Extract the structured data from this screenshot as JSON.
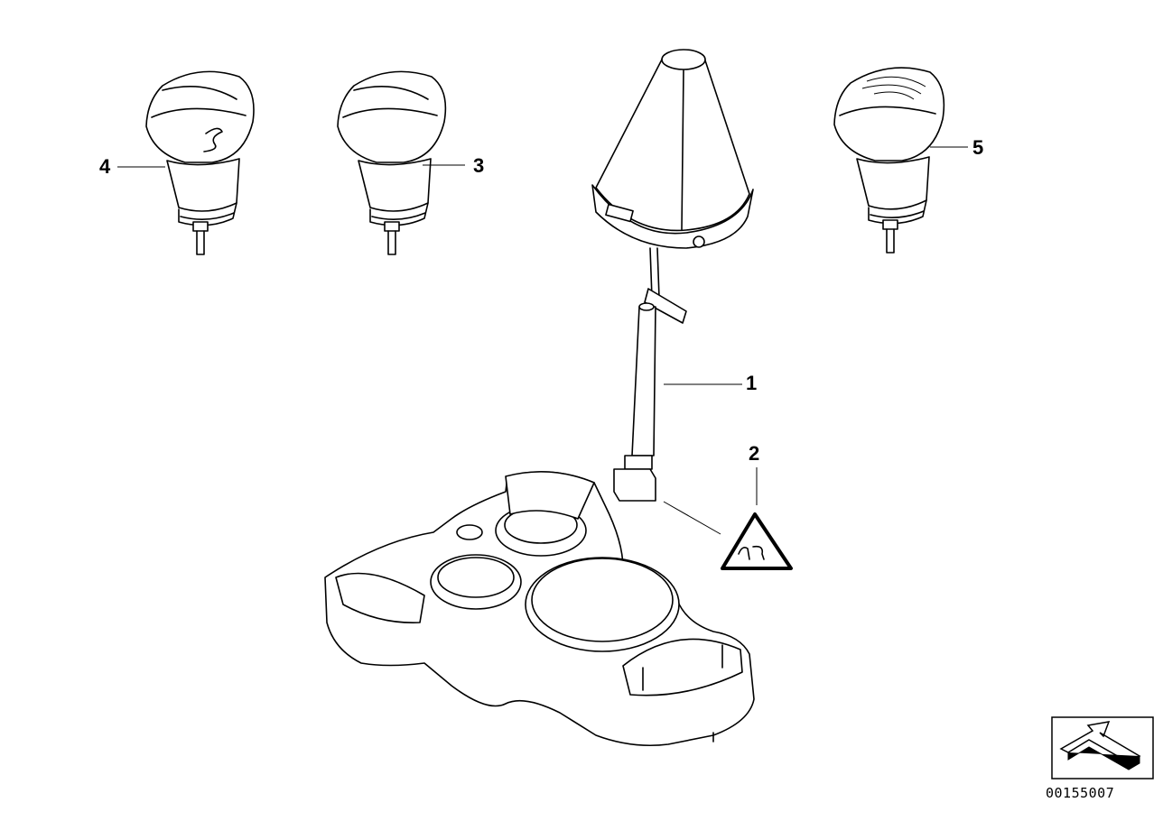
{
  "callouts": {
    "part1": "1",
    "part2": "2",
    "part3": "3",
    "part4": "4",
    "part5": "5"
  },
  "drawing_number": "00155007",
  "icons": {
    "knob_s": "gear-knob-s-icon",
    "knob_plain": "gear-knob-icon",
    "knob_wood": "gear-knob-wood-icon",
    "boot": "shift-boot-icon",
    "warning": "warning-label-icon",
    "console": "center-console-icon",
    "orientation": "orientation-arrow-icon"
  }
}
